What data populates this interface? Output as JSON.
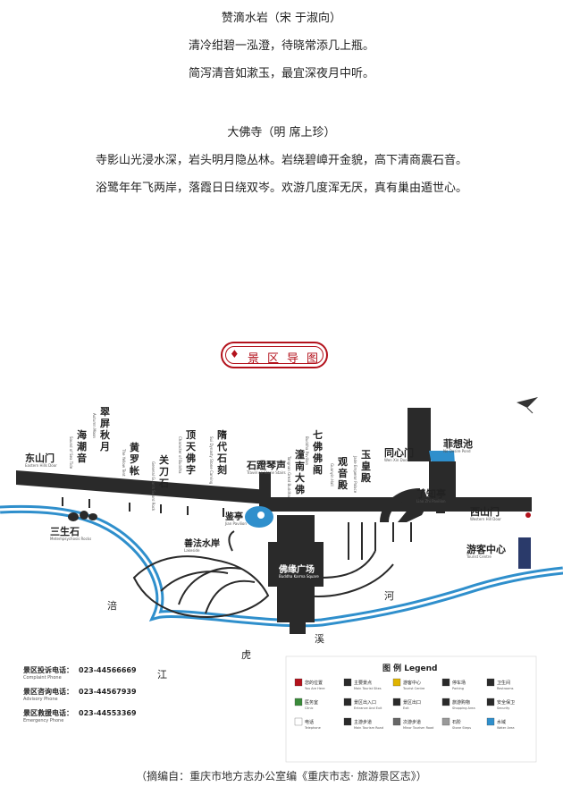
{
  "poems": [
    {
      "title": "赞滴水岩（宋 于淑向）",
      "lines": [
        "清冷绀碧一泓澄，待晓常添几上瓶。",
        "简泻清音如漱玉，最宜深夜月中听。"
      ]
    },
    {
      "title": "大佛寺（明 席上珍）",
      "lines": [
        "寺影山光浸水深，岩头明月隐丛林。岩绕碧嶂开金貌，高下清商震石音。",
        "浴鹭年年飞两岸，落霞日日绕双岑。欢游几度浑无厌，真有巢由遁世心。"
      ]
    }
  ],
  "map_badge": "景区导图",
  "map": {
    "places_v": [
      {
        "zh": "海潮音",
        "en": "Sound of Sea Tide"
      },
      {
        "zh": "翠屏秋月",
        "en": "Autumn Moon"
      },
      {
        "zh": "黄罗帐",
        "en": "The Yellow Tent"
      },
      {
        "zh": "关刀石",
        "en": "General Guan's Sword Rock"
      },
      {
        "zh": "顶天佛字",
        "en": "Character of Buddha"
      },
      {
        "zh": "隋代石刻",
        "en": "Sui Dynasty Stone Carving"
      },
      {
        "zh": "潼南大佛",
        "en": "Tongnan Great Buddha"
      },
      {
        "zh": "七佛佛阁",
        "en": "Buddha Pavilion"
      },
      {
        "zh": "观音殿",
        "en": "Guanyin Hall"
      },
      {
        "zh": "玉皇殿",
        "en": "Jade Emperor Palace"
      }
    ],
    "places_h": [
      {
        "zh": "东山门",
        "en": "Eastern Hills Door"
      },
      {
        "zh": "石蹬琴声",
        "en": "Travel on Stone Stairs"
      },
      {
        "zh": "同心门",
        "en": "Wen Xin Door"
      },
      {
        "zh": "菲想池",
        "en": "No Desire Pond"
      },
      {
        "zh": "了知亭",
        "en": "Liao Zhi Pavilion"
      },
      {
        "zh": "西山门",
        "en": "Western Hill Door"
      },
      {
        "zh": "三生石",
        "en": "Metempsychosis Rocks"
      },
      {
        "zh": "鉴亭",
        "en": "Jian Pavilion"
      },
      {
        "zh": "善法水岸",
        "en": "Lakeside"
      },
      {
        "zh": "佛缘广场",
        "en": "Buddha Karma Square"
      },
      {
        "zh": "游客中心",
        "en": "Tourist Centre"
      }
    ],
    "river_chars": [
      "涪",
      "江",
      "虎",
      "溪",
      "河"
    ],
    "phones": [
      {
        "label": "景区投诉电话：",
        "number": "023-44566669",
        "en": "Complaint Phone"
      },
      {
        "label": "景区咨询电话：",
        "number": "023-44567939",
        "en": "Advisory Phone"
      },
      {
        "label": "景区救援电话：",
        "number": "023-44553369",
        "en": "Emergency Phone"
      }
    ],
    "legend_title": "图  例  Legend",
    "legend": [
      {
        "zh": "您的位置",
        "en": "You Are Here"
      },
      {
        "zh": "主要景点",
        "en": "Main Tourist Sites"
      },
      {
        "zh": "游客中心",
        "en": "Tourist Centre"
      },
      {
        "zh": "停车场",
        "en": "Parking"
      },
      {
        "zh": "卫生间",
        "en": "Restrooms"
      },
      {
        "zh": "医务室",
        "en": "Clinic"
      },
      {
        "zh": "景区出入口",
        "en": "Entrance And Exit"
      },
      {
        "zh": "景区出口",
        "en": "Exit"
      },
      {
        "zh": "旅游购物",
        "en": "Shopping Area"
      },
      {
        "zh": "安全保卫",
        "en": "Security"
      },
      {
        "zh": "电话",
        "en": "Telephone"
      },
      {
        "zh": "主游步道",
        "en": "Main Tourism Road"
      },
      {
        "zh": "次游步道",
        "en": "Minor Tourism Road"
      },
      {
        "zh": "石阶",
        "en": "Stone Steps"
      },
      {
        "zh": "水域",
        "en": "Water Area"
      }
    ],
    "colors": {
      "road": "#2a2a2a",
      "water": "#2f8fcc",
      "accent": "#b3121c",
      "green": "#3a8a3a",
      "yellow": "#e0b400"
    }
  },
  "source": "（摘编自：重庆市地方志办公室编《重庆市志· 旅游景区志》）"
}
